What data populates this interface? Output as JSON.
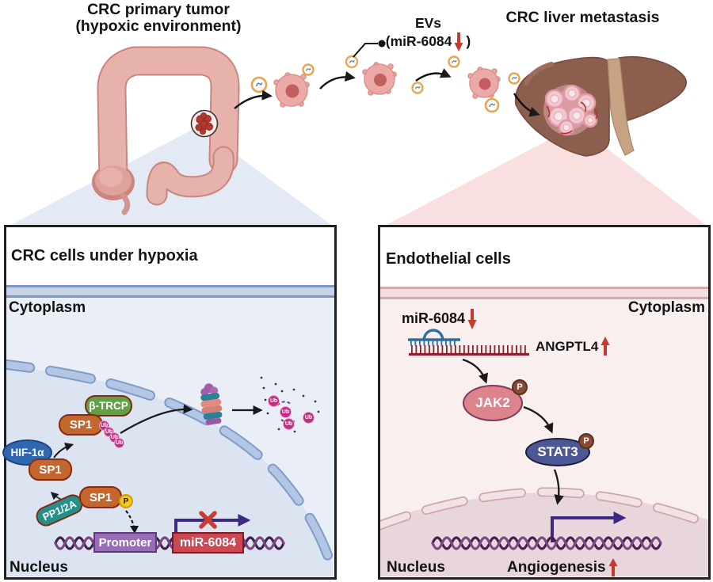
{
  "scene": {
    "primary_tumor_title": "CRC primary tumor",
    "primary_tumor_subtitle": "(hypoxic environment)",
    "liver_title": "CRC liver metastasis",
    "evs_title": "EVs",
    "evs_paren_open": "(miR-6084",
    "evs_paren_close": ")"
  },
  "left_panel": {
    "title": "CRC cells under hypoxia",
    "cytoplasm": "Cytoplasm",
    "nucleus": "Nucleus",
    "hif1a": "HIF-1α",
    "sp1": "SP1",
    "btrcp": "β-TRCP",
    "pp12a": "PP1/2A",
    "ub": "Ub",
    "phospho": "P",
    "promoter": "Promoter",
    "gene": "miR-6084"
  },
  "right_panel": {
    "title": "Endothelial cells",
    "cytoplasm": "Cytoplasm",
    "nucleus": "Nucleus",
    "mirna": "miR-6084",
    "target": "ANGPTL4",
    "jak2": "JAK2",
    "stat3": "STAT3",
    "phospho": "P",
    "angiogenesis": "Angiogenesis"
  },
  "colors": {
    "regulation_arrow_red": "#c13b2e",
    "inhibit_x_red": "#cc3b33",
    "transcription_arrow_indigo": "#3b2a80",
    "sp1_orange": "#c4672f",
    "btrcp_green": "#61a146",
    "hif1a_blue": "#2f67b1",
    "pp12a_teal": "#259089",
    "ub_magenta": "#bf2d85",
    "phospho_yellow": "#f4c81f",
    "phospho_brown": "#8b4a36",
    "jak2_pink": "#dd838b",
    "stat3_navy": "#4d5795",
    "promoter_purple": "#9a6cb8",
    "gene_box_red": "#cc4852"
  }
}
